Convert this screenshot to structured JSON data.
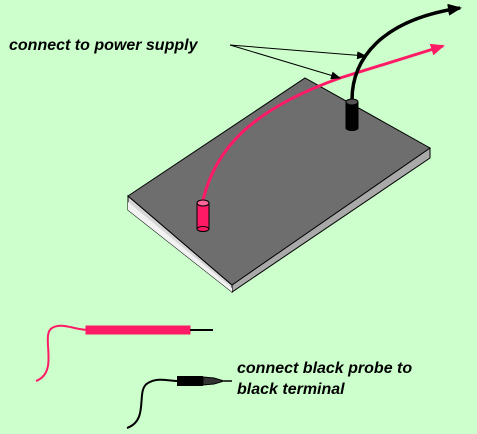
{
  "labels": {
    "power_supply": "connect to power supply",
    "black_probe_line1": "connect black probe to",
    "black_probe_line2": "black terminal"
  },
  "colors": {
    "background": "#ccffcc",
    "board_top": "#6e6e6e",
    "board_side": "#a9a9a9",
    "board_edge": "#e8e8e8",
    "red_wire": "#ff1a66",
    "black_wire": "#000000"
  }
}
